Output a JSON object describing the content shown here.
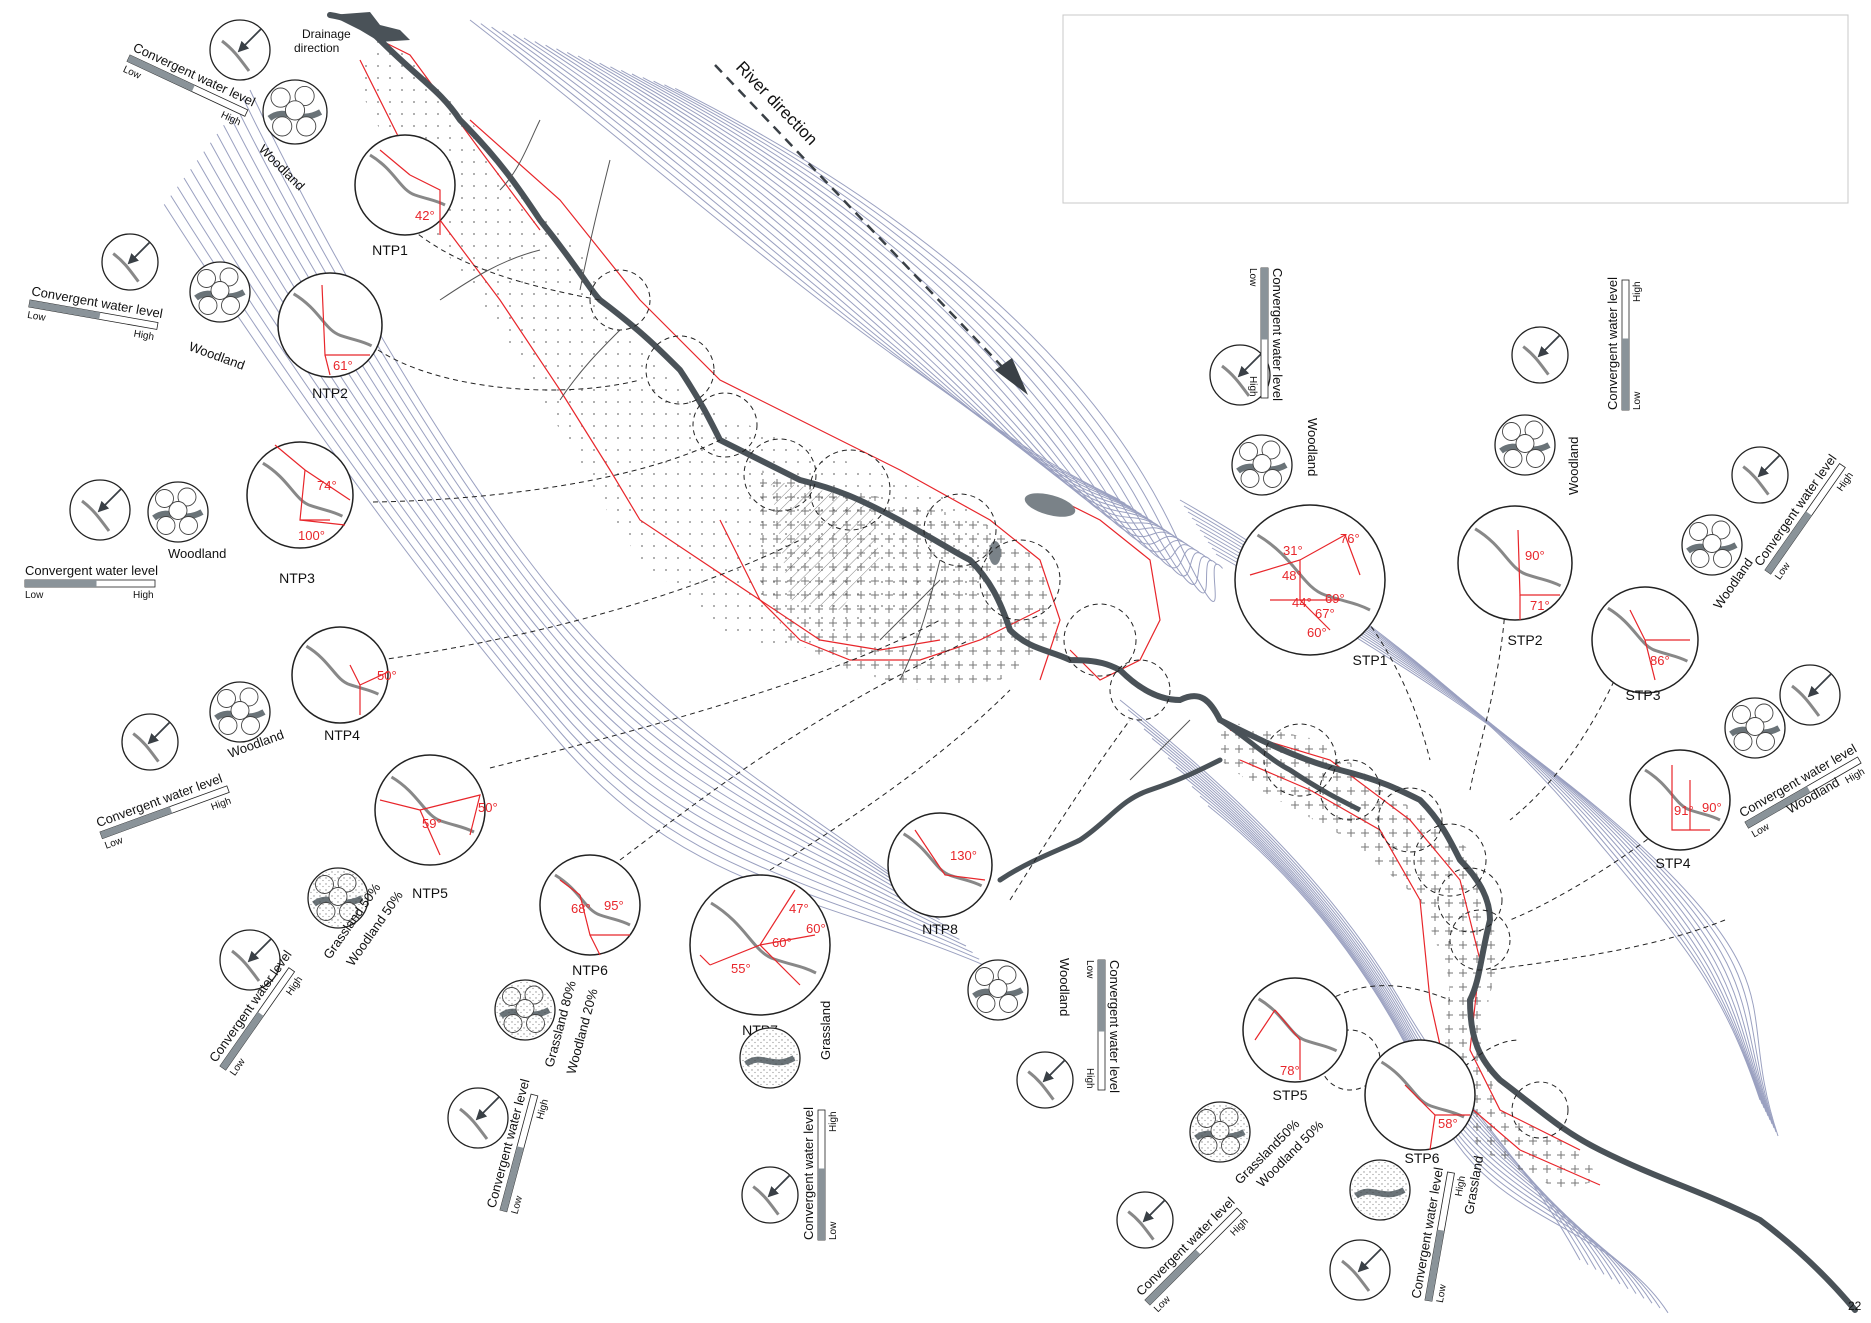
{
  "river_direction_label": "River direction",
  "drainage_label": "Drainage direction",
  "page_number": "22",
  "legend_labels": {
    "convergent": "Convergent water level",
    "low": "Low",
    "high": "High",
    "woodland": "Woodland",
    "grassland": "Grassland",
    "grass50_wood50": "Grassland 50%",
    "grass50_wood50_b": "Woodland 50%",
    "grass80_wood20": "Grassland 80%",
    "grass80_wood20_b": "Woodland 20%",
    "grass50_compact": "Grassland50%",
    "wood50_compact": "Woodland 50%"
  },
  "sites": [
    {
      "id": "NTP1",
      "angles": [
        "42°"
      ]
    },
    {
      "id": "NTP2",
      "angles": [
        "61°"
      ]
    },
    {
      "id": "NTP3",
      "angles": [
        "74°",
        "100°"
      ]
    },
    {
      "id": "NTP4",
      "angles": [
        "50°"
      ]
    },
    {
      "id": "NTP5",
      "angles": [
        "50°",
        "59°"
      ]
    },
    {
      "id": "NTP6",
      "angles": [
        "68°",
        "95°"
      ]
    },
    {
      "id": "NTP7",
      "angles": [
        "47°",
        "60°",
        "60°",
        "55°"
      ]
    },
    {
      "id": "NTP8",
      "angles": [
        "130°"
      ]
    },
    {
      "id": "STP1",
      "angles": [
        "76°",
        "31°",
        "48°",
        "69°",
        "67°",
        "44°",
        "60°"
      ]
    },
    {
      "id": "STP2",
      "angles": [
        "90°",
        "71°"
      ]
    },
    {
      "id": "STP3",
      "angles": [
        "86°"
      ]
    },
    {
      "id": "STP4",
      "angles": [
        "91°",
        "90°"
      ]
    },
    {
      "id": "STP5",
      "angles": [
        "78°"
      ]
    },
    {
      "id": "STP6",
      "angles": [
        "58°"
      ]
    }
  ],
  "colors": {
    "river": "#4a5258",
    "contour": "#9aa0c0",
    "boundary": "#e8262b",
    "dark": "#222222",
    "legend_fill": "#8a9399"
  }
}
